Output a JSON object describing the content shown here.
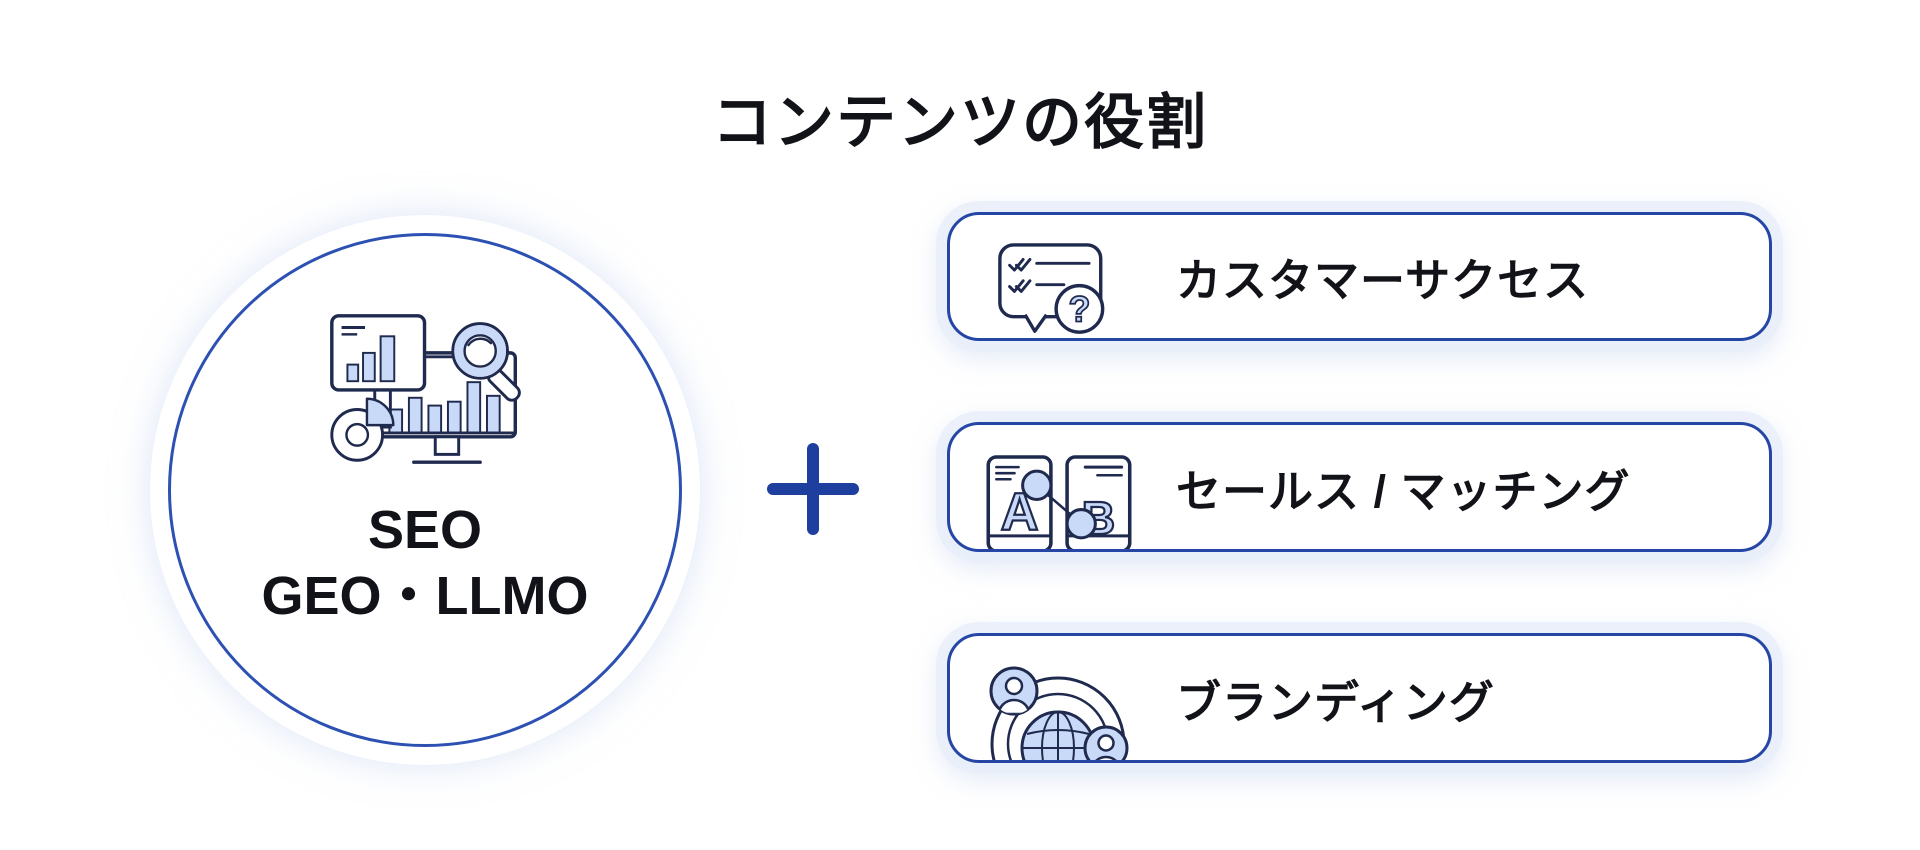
{
  "title": "コンテンツの役割",
  "circle": {
    "icon": "seo-analytics-icon",
    "line1": "SEO",
    "line2": "GEO・LLMO"
  },
  "plus": {
    "icon": "plus-icon"
  },
  "cards": [
    {
      "label": "カスタマーサクセス",
      "icon": "customer-success-qa-bubble-icon"
    },
    {
      "label": "セールス / マッチング",
      "icon": "ab-matching-documents-icon"
    },
    {
      "label": "ブランディング",
      "icon": "branding-globe-network-icon"
    }
  ],
  "icon_glyphs": {
    "question": "?",
    "doc_a": "A",
    "doc_b": "B"
  },
  "colors": {
    "background": "#ffffff",
    "text": "#111318",
    "circle_border": "#2d51b3",
    "card_border": "#2546a4",
    "plus": "#1e3f9e",
    "icon_outline": "#1f2a4e",
    "icon_fill": "#c9d9f8",
    "halo": "#e9eef9"
  }
}
